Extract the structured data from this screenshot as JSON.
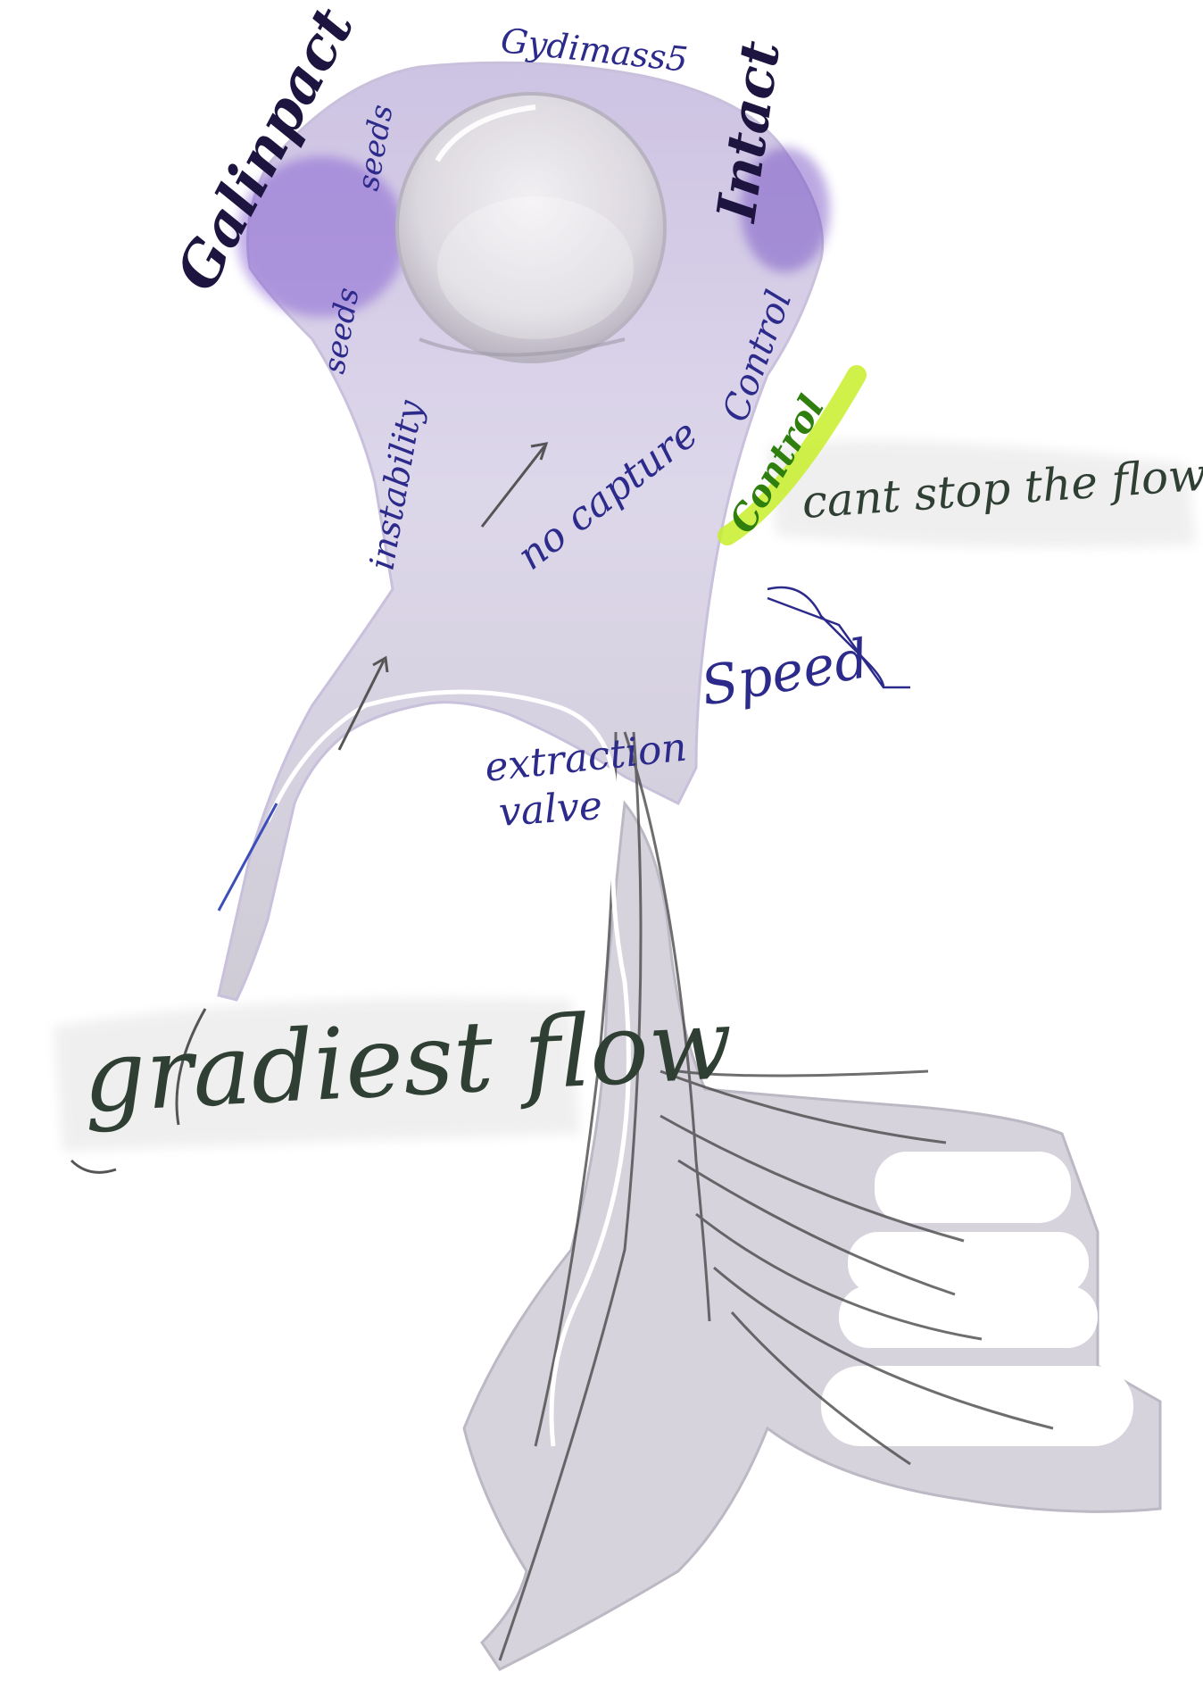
{
  "image": {
    "subject": "purple-tinted silicone model with handwritten annotations",
    "annotations": {
      "top_scribble": "Gydimass5",
      "left_dark": "Galinpact",
      "right_dark": "Intact",
      "seeds_top": "seeds",
      "seeds_left": "seeds",
      "instability": "instability",
      "control_blue": "Control",
      "control_green": "Control",
      "no_capture": "no capture",
      "cant_stop": "cant stop the flow",
      "speed": "Speed",
      "extraction": "extraction",
      "valve": "valve",
      "gradient_flow": "gradiest flow"
    },
    "colors": {
      "silicone": "#ddd6ea",
      "silicone_edge": "#c9c0dc",
      "silicone_shadow": "#b9b3c6",
      "dome": "#e3e0e6",
      "dome_edge": "#b8b3c0",
      "ink_blue": "#2c2a8a",
      "ink_dark": "#1d1540",
      "ink_purple": "#5b3aa8",
      "ink_green_pen": "#2f3f33",
      "highlighter": "#c7ee2a",
      "pencil": "#4a4a4a",
      "paper_shadow": "#ececec"
    }
  }
}
